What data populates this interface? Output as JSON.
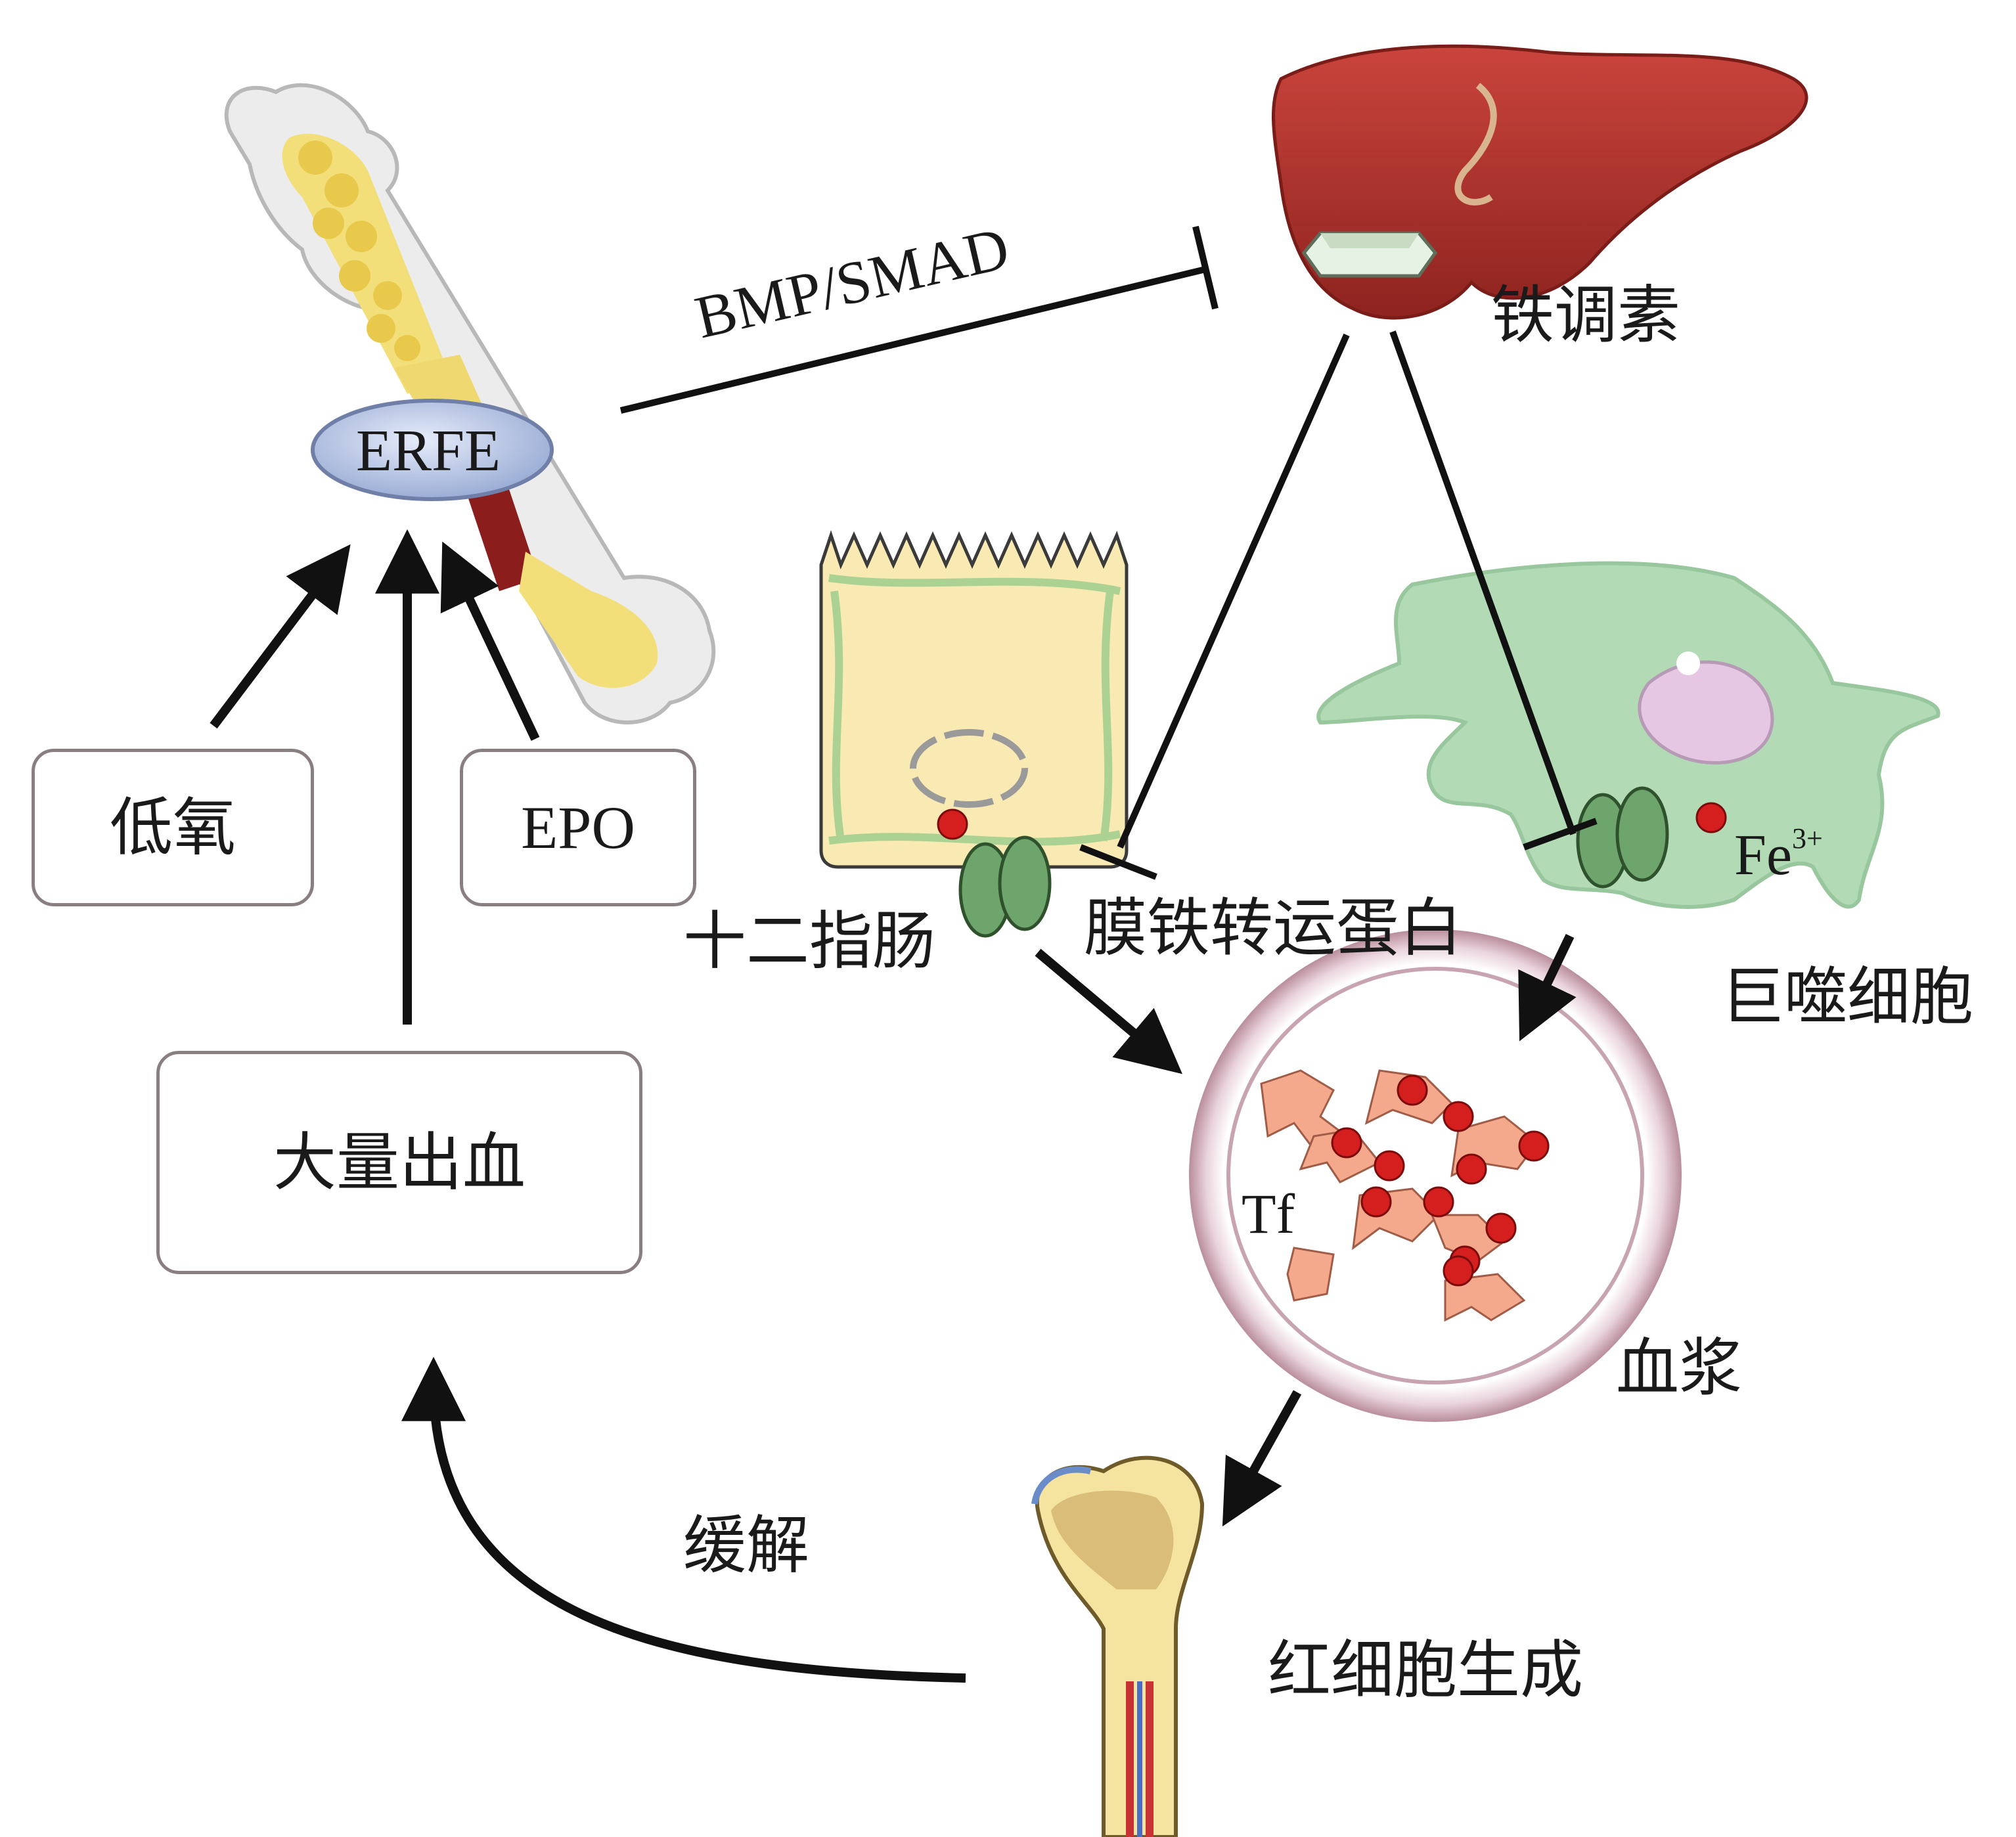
{
  "labels": {
    "erfe": "ERFE",
    "bmp_smad": "BMP/SMAD",
    "hepcidin": "铁调素",
    "hypoxia": "低氧",
    "epo": "EPO",
    "massive_bleeding": "大量出血",
    "duodenum": "十二指肠",
    "ferroportin": "膜铁转运蛋白",
    "macrophage": "巨噬细胞",
    "fe": "Fe",
    "fe_charge": "3+",
    "tf": "Tf",
    "plasma": "血浆",
    "relief": "缓解",
    "erythropoiesis": "红细胞生成"
  },
  "colors": {
    "arrow": "#111111",
    "liver": "#a8302c",
    "bone_marrow_yellow": "#f3df7a",
    "cell_green": "#a9d6ae",
    "enterocyte_fill": "#f9eab4",
    "iron_red": "#d51f1f",
    "transferrin": "#f4a98d",
    "ferroportin_green": "#6ea56c",
    "erfe_oval": "#b9c8e8"
  }
}
